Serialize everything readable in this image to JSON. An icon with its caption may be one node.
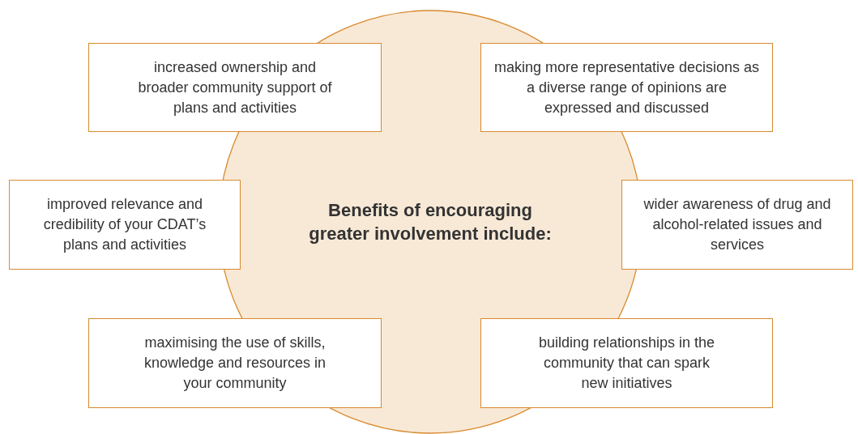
{
  "diagram": {
    "nodes": [
      {
        "text": [
          "Benefits of encouraging greater involvement include:"
        ]
      },
      {
        "text": [
          "increased ownership and broader community support of plans and activities"
        ]
      },
      {
        "text": [
          "making more representative decisions as a diverse range of opinions are expressed and discussed"
        ]
      },
      {
        "text": [
          "improved relevance and credibility of your CDAT’s plans and activities"
        ]
      },
      {
        "text": [
          "wider awareness of drug and alcohol-related issues and services"
        ]
      },
      {
        "text": [
          "maximising the use of skills, knowledge and resources in your community"
        ]
      },
      {
        "text": [
          "building relationships in the community that can spark new initiatives"
        ]
      }
    ]
  }
}
